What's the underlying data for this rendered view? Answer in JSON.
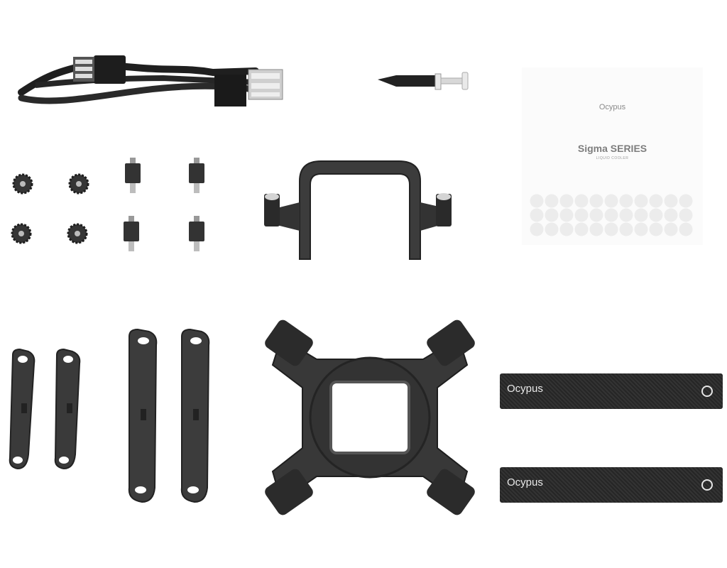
{
  "manual": {
    "brand": "Ocypus",
    "title": "Sigma SERIES",
    "subtitle": "LIQUID COOLER",
    "dot_rows": 3,
    "dot_cols": 11
  },
  "straps": [
    {
      "brand": "Ocypus"
    },
    {
      "brand": "Ocypus"
    }
  ],
  "colors": {
    "part": "#3a3a3a",
    "part_dark": "#222222",
    "paper": "#fbfbfb",
    "dot": "#ececec"
  },
  "parts": [
    "fan-cable-icon",
    "thermal-paste-syringe-icon",
    "thumb-nut-icon",
    "standoff-screw-icon",
    "intel-retention-bracket-icon",
    "amd-mounting-bar-icon",
    "intel-mounting-bar-icon",
    "backplate-icon",
    "velcro-strap-icon"
  ]
}
